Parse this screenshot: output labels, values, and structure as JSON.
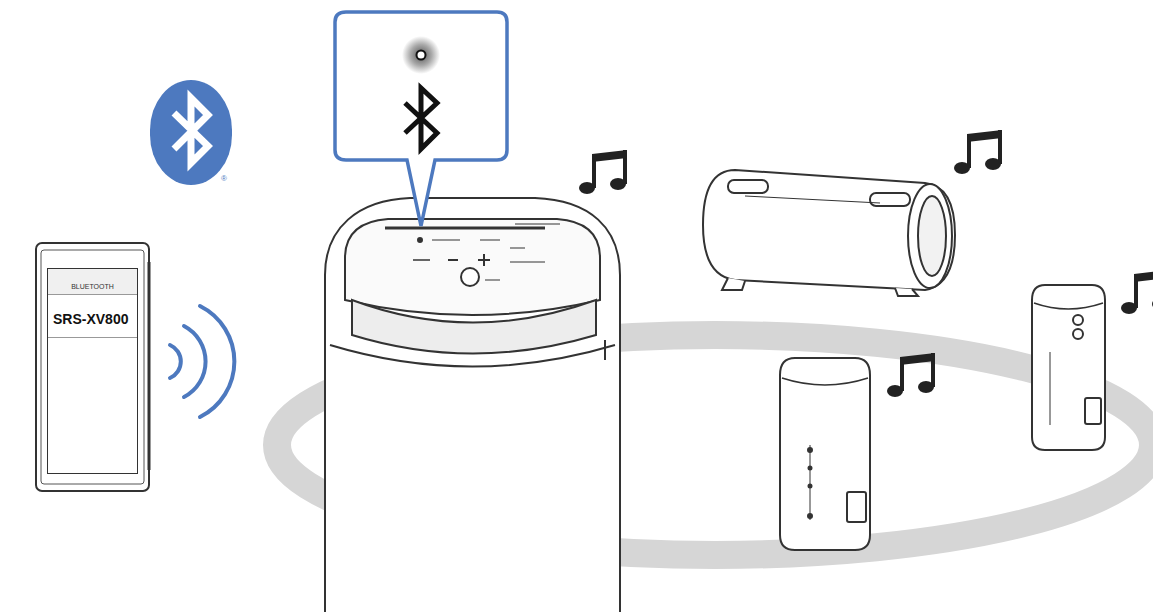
{
  "diagram": {
    "nodes": [
      {
        "text": [
          "BLUETOOTH",
          "SRS-XV800"
        ]
      }
    ],
    "labels": [
      "®"
    ]
  }
}
